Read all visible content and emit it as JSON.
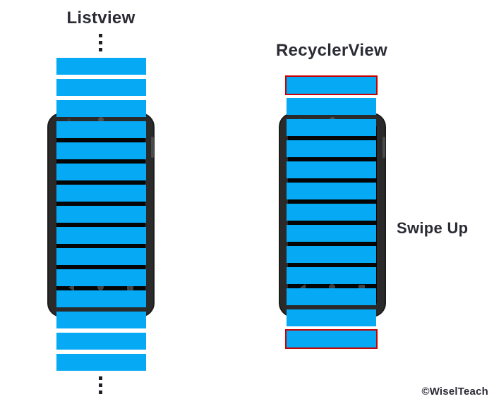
{
  "diagram": {
    "left_column": {
      "title": "Listview",
      "items_total": 15,
      "highlighted_items": [],
      "has_more_above": true,
      "has_more_below": true
    },
    "right_column": {
      "title": "RecyclerView",
      "items_total": 13,
      "highlighted_items": [
        1,
        13
      ],
      "has_more_above": false,
      "has_more_below": false
    },
    "annotation": "Swipe Up",
    "watermark": "©WiselTeach"
  },
  "colors": {
    "background": "#ffffff",
    "item": "#06a9f4",
    "highlight_border": "#c70000",
    "phone_frame": "#2a2a2a",
    "phone_screen": "#050505",
    "text": "#2b2b36"
  }
}
